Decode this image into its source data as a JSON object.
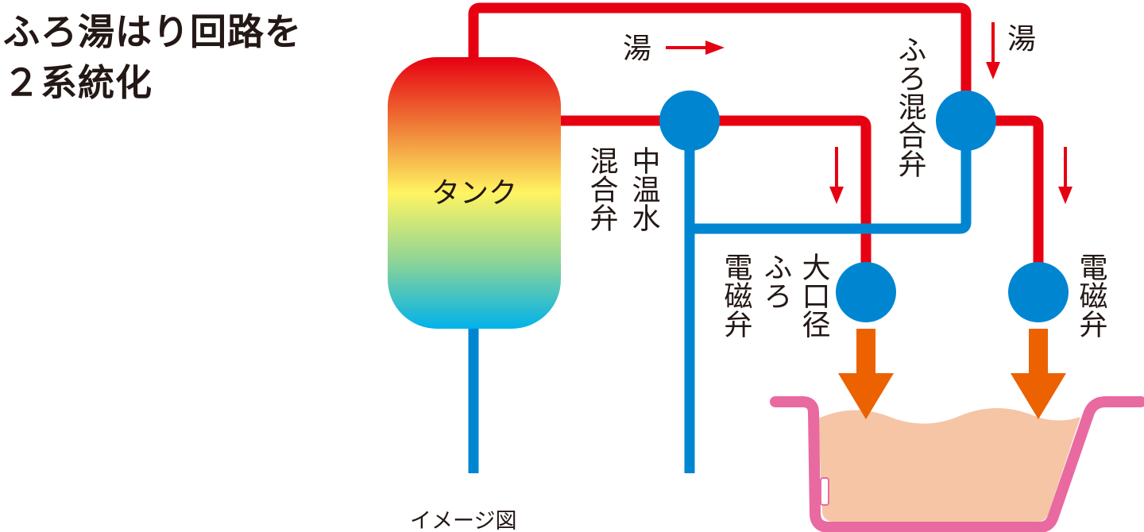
{
  "title": {
    "line1": "ふろ湯はり回路を",
    "line2": "２系統化"
  },
  "labels": {
    "tank": "タンク",
    "hot_water_top": "湯",
    "hot_water_right": "湯",
    "bath_mixing_valve": "ふろ混合弁",
    "mid_temp_water": "中温水",
    "mixing_valve": "混合弁",
    "large_diameter": "大口径",
    "bath": "ふろ",
    "solenoid_valve_left": "電磁弁",
    "solenoid_valve_right": "電磁弁",
    "caption": "イメージ図"
  },
  "colors": {
    "hot_pipe": "#e60012",
    "cold_pipe": "#0086d1",
    "valve": "#0086d1",
    "flow_arrow": "#ec6100",
    "tub_rim": "#e86aa0",
    "tub_water": "#f5c5a6",
    "tank_gradient": [
      "#e60012",
      "#f08a3c",
      "#fff462",
      "#8fd496",
      "#00b2ea"
    ]
  }
}
